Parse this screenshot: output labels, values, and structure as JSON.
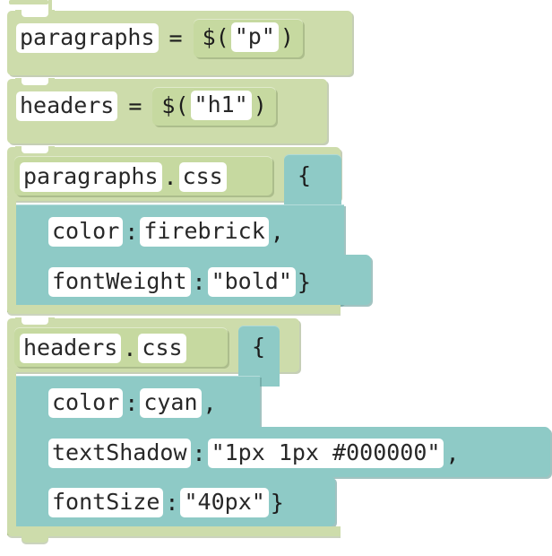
{
  "app": {
    "type": "block-based-visual-code-editor",
    "canvas_background": "#ffffff",
    "palette": {
      "variable_block": "#cddcab",
      "variable_block_inner": "#c6d9a0",
      "object_block": "#8ecac6",
      "field_background": "#ffffff",
      "text_color": "#282828"
    }
  },
  "blocks": [
    {
      "id": "assign-paragraphs",
      "kind": "variable-assignment",
      "color": "#cddcab",
      "variable": "paragraphs",
      "operator": "=",
      "value_block": {
        "kind": "jquery-selector",
        "prefix": "$(",
        "selector": "\"p\"",
        "suffix": ")"
      }
    },
    {
      "id": "assign-headers",
      "kind": "variable-assignment",
      "color": "#cddcab",
      "variable": "headers",
      "operator": "=",
      "value_block": {
        "kind": "jquery-selector",
        "prefix": "$(",
        "selector": "\"h1\"",
        "suffix": ")"
      }
    },
    {
      "id": "css-paragraphs",
      "kind": "css-call",
      "color": "#cddcab",
      "target": "paragraphs",
      "dot": ".",
      "method": "css",
      "open_brace": "{",
      "object_color": "#8ecac6",
      "properties": [
        {
          "key": "color",
          "colon": ":",
          "value": "firebrick",
          "trailing": ","
        },
        {
          "key": "fontWeight",
          "colon": ":",
          "value": "\"bold\"",
          "trailing": "}"
        }
      ]
    },
    {
      "id": "css-headers",
      "kind": "css-call",
      "color": "#cddcab",
      "target": "headers",
      "dot": ".",
      "method": "css",
      "open_brace": "{",
      "object_color": "#8ecac6",
      "properties": [
        {
          "key": "color",
          "colon": ":",
          "value": "cyan",
          "trailing": ","
        },
        {
          "key": "textShadow",
          "colon": ":",
          "value": "\"1px 1px #000000\"",
          "trailing": ","
        },
        {
          "key": "fontSize",
          "colon": ":",
          "value": "\"40px\"",
          "trailing": "}"
        }
      ]
    }
  ]
}
